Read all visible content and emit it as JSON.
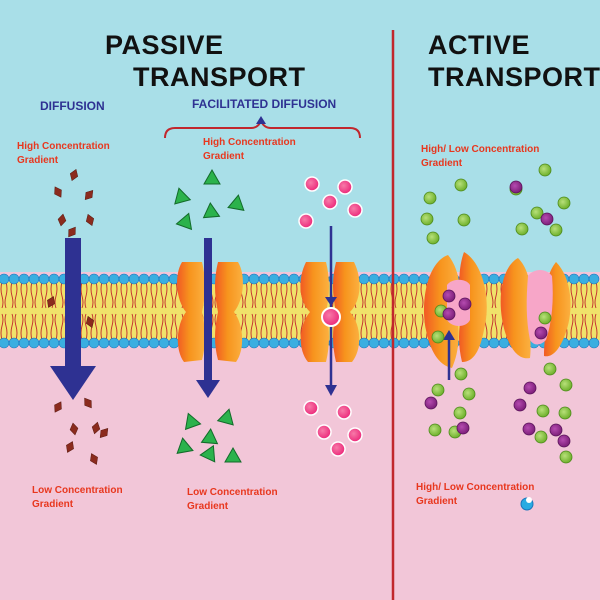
{
  "passive": {
    "title_line1": "PASSIVE",
    "title_line2": "TRANSPORT",
    "diffusion": {
      "heading": "DIFFUSION",
      "high_line1": "High Concentration",
      "high_line2": "Gradient",
      "low_line1": "Low Concentration",
      "low_line2": "Gradient"
    },
    "facilitated": {
      "heading": "FACILITATED DIFFUSION",
      "high_line1": "High Concentration",
      "high_line2": "Gradient",
      "low_line1": "Low Concentration",
      "low_line2": "Gradient"
    }
  },
  "active": {
    "title_line1": "ACTIVE",
    "title_line2": "TRANSPORT",
    "top_line1": "High/ Low Concentration",
    "top_line2": "Gradient",
    "bottom_line1": "High/ Low Concentration",
    "bottom_line2": "Gradient"
  },
  "colors": {
    "extracellular": "#a9dfe8",
    "intracellular": "#f2c6d8",
    "membrane_core": "#f0e26a",
    "phosphate_head": "#3aaee0",
    "arrow": "#2e3192",
    "divider": "#c1272d",
    "label": "#e8371e",
    "protein": "#f7941d",
    "triangle": "#2bb24c",
    "pink_molecule": "#ec2a7b",
    "green_molecule": "#8dc63f",
    "purple_molecule": "#93278f",
    "diffusion_particle": "#8b2b1e",
    "atp": "#29abe2"
  }
}
